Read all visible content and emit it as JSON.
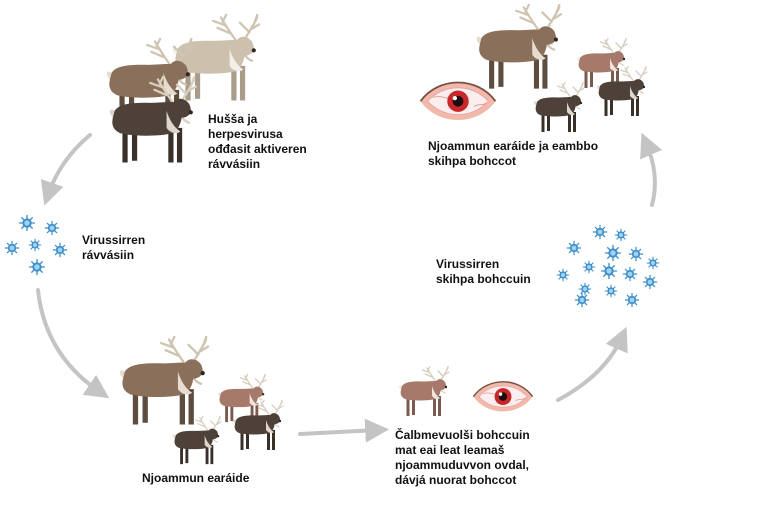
{
  "stages": {
    "stress": {
      "lines": [
        "Hušša ja",
        "herpesvirusa",
        "ođđasit aktiveren",
        "rávvásiin"
      ]
    },
    "shedding": {
      "lines": [
        "Virussirren",
        "rávvásiin"
      ]
    },
    "calves": {
      "lines": [
        "Njoammun earáide"
      ]
    },
    "eye": {
      "lines": [
        "Čalbmevuolši bohccuin",
        "mat eai leat leamaš",
        "njoammuduvvon ovdal,",
        "dávjá nuorat bohccot"
      ]
    },
    "sick": {
      "lines": [
        "Virussirren",
        "skihpa bohccuin"
      ]
    },
    "spread": {
      "lines": [
        "Njoammun earáide ja eambbo",
        "skihpa bohccot"
      ]
    }
  },
  "icons": {
    "reindeer": "reindeer-icon",
    "virus": "virus-icon",
    "eye": "red-eye-icon",
    "arrow": "cycle-arrow-icon"
  },
  "colors": {
    "arrow": "#c4c4c4",
    "virus": "#3d8ec9",
    "virus_core": "#9fd3ef",
    "eye_iris": "#c8272c",
    "eye_skin": "#f1b9a9",
    "fur_light": "#ccc1ad",
    "fur_brown": "#8a6f5a",
    "fur_dark": "#4e4139",
    "fur_reddish": "#a7796a",
    "antler": "#cfc4b2"
  }
}
